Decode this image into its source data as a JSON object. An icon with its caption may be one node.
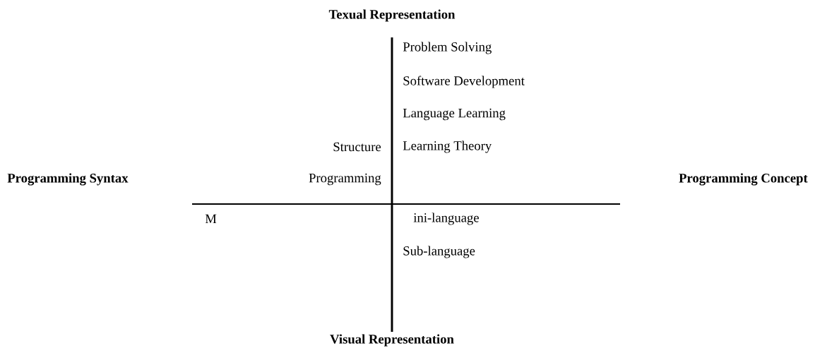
{
  "diagram": {
    "labels": [
      "Texual Representation",
      "Problem Solving",
      "Software Development",
      "Language Learning",
      "Structure",
      "Learning Theory",
      "Programming Syntax",
      "Programming",
      "Programming Concept",
      "M",
      "ini-language",
      "Sub-language",
      "Visual Representation"
    ]
  }
}
